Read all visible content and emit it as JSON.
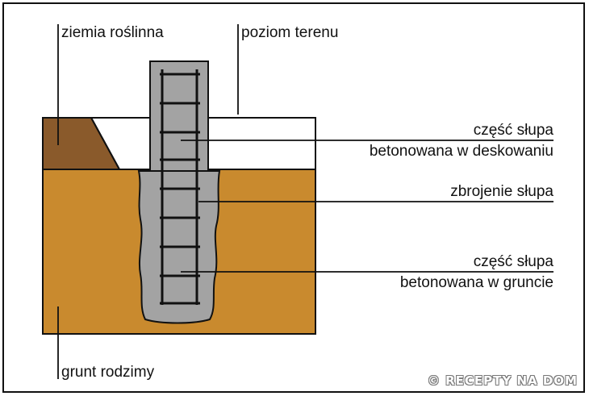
{
  "labels": {
    "topsoil": "ziemia roślinna",
    "ground_level": "poziom terenu",
    "formwork_part_line1": "część słupa",
    "formwork_part_line2": "betonowana w deskowaniu",
    "reinforcement": "zbrojenie słupa",
    "ground_part_line1": "część słupa",
    "ground_part_line2": "betonowana w gruncie",
    "native_soil": "grunt rodzimy"
  },
  "watermark": "© RECEPTY NA DOM",
  "colors": {
    "native_soil": "#C98A2E",
    "topsoil": "#8A5A2B",
    "concrete": "#A3A3A3",
    "rebar": "#111111",
    "lines": "#111111"
  }
}
